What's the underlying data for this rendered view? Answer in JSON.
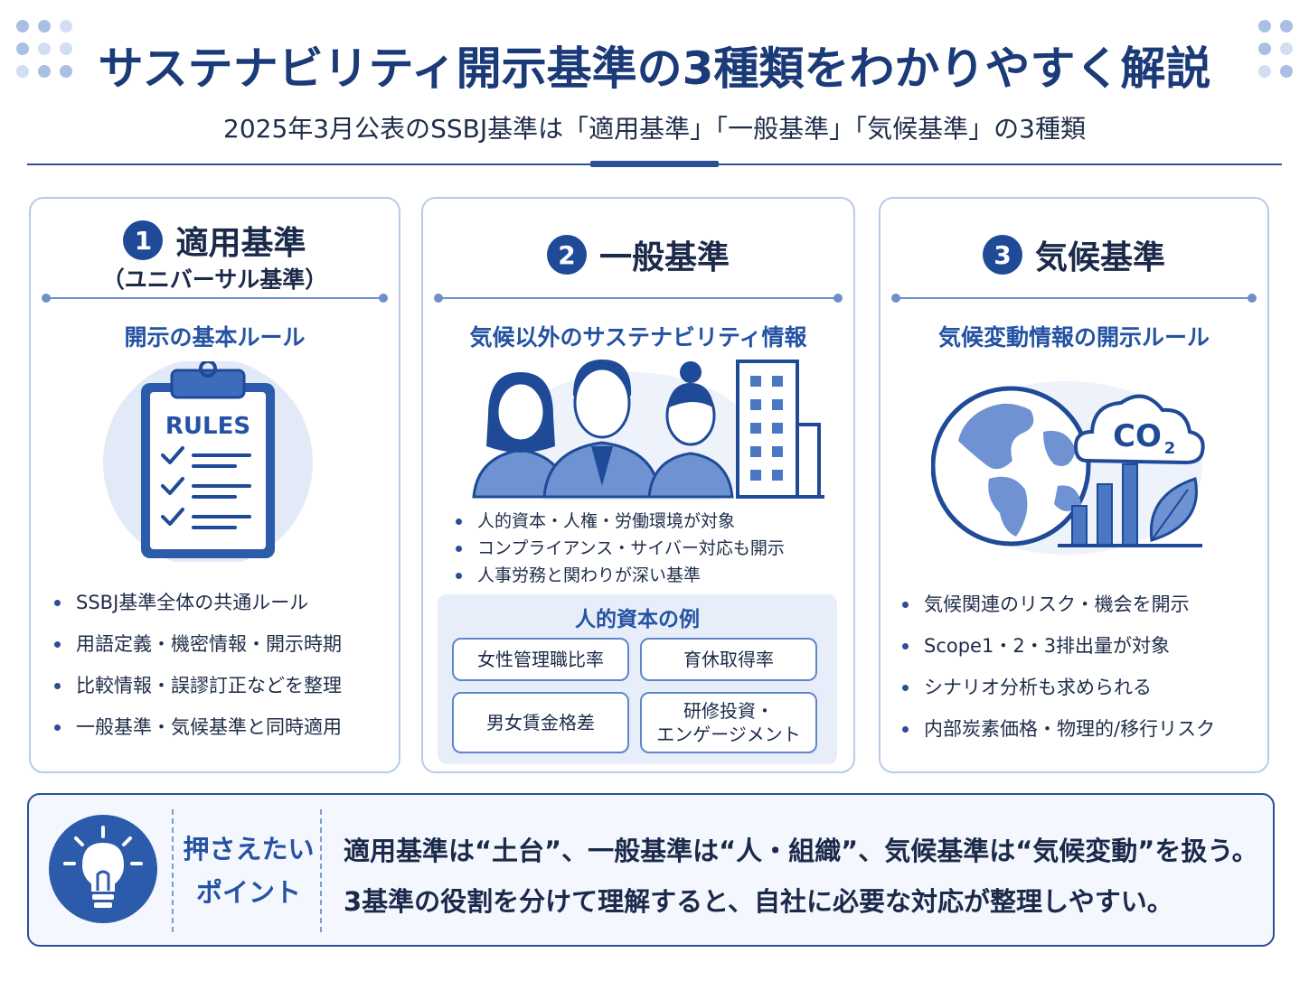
{
  "header": {
    "title": "サステナビリティ開示基準の3種類をわかりやすく解説",
    "subtitle": "2025年3月公表のSSBJ基準は「適用基準」「一般基準」「気候基準」の3種類"
  },
  "cards": [
    {
      "number": "1",
      "title": "適用基準",
      "subtitle": "（ユニバーサル基準）",
      "section": "開示の基本ルール",
      "illustration_text": "RULES",
      "bullets": [
        "SSBJ基準全体の共通ルール",
        "用語定義・機密情報・開示時期",
        "比較情報・誤謬訂正などを整理",
        "一般基準・気候基準と同時適用"
      ]
    },
    {
      "number": "2",
      "title": "一般基準",
      "section": "気候以外のサステナビリティ情報",
      "bullets": [
        "人的資本・人権・労働環境が対象",
        "コンプライアンス・サイバー対応も開示",
        "人事労務と関わりが深い基準"
      ],
      "example_title": "人的資本の例",
      "examples": [
        "女性管理職比率",
        "育休取得率",
        "男女賃金格差",
        "研修投資・\nエンゲージメント"
      ]
    },
    {
      "number": "3",
      "title": "気候基準",
      "section": "気候変動情報の開示ルール",
      "illustration_text": "CO",
      "illustration_sub": "2",
      "bullets": [
        "気候関連のリスク・機会を開示",
        "Scope1・2・3排出量が対象",
        "シナリオ分析も求められる",
        "内部炭素価格・物理的/移行リスク"
      ]
    }
  ],
  "point": {
    "label_line1": "押さえたい",
    "label_line2": "ポイント",
    "line1": "適用基準は“土台”、一般基準は“人・組織”、気候基準は“気候変動”を扱う。",
    "line2": "3基準の役割を分けて理解すると、自社に必要な対応が整理しやすい。"
  },
  "colors": {
    "primary": "#1e4a98",
    "accent": "#2453a4",
    "card_border": "#b9cbe8",
    "illustration_fill": "#6f93d2"
  },
  "icons": [
    "clipboard-rules-icon",
    "people-building-icon",
    "globe-co2-icon",
    "lightbulb-icon"
  ]
}
